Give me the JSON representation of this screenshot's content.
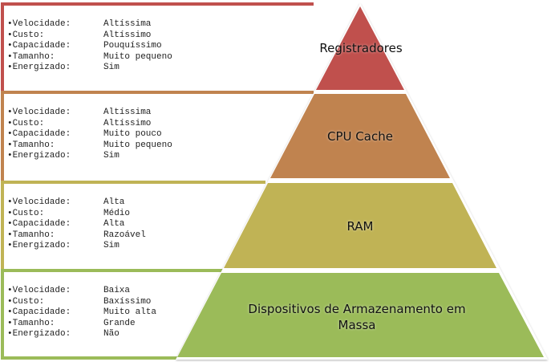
{
  "tiers": [
    {
      "label": "Registradores",
      "color": "#c0504d",
      "properties": [
        {
          "key": "•Velocidade:",
          "value": "Altíssima"
        },
        {
          "key": "•Custo:",
          "value": "Altíssimo"
        },
        {
          "key": "•Capacidade:",
          "value": "Pouquíssimo"
        },
        {
          "key": "•Tamanho:",
          "value": "Muito pequeno"
        },
        {
          "key": "•Energizado:",
          "value": "Sim"
        }
      ]
    },
    {
      "label": "CPU Cache",
      "color": "#c0834f",
      "properties": [
        {
          "key": "•Velocidade:",
          "value": "Altíssima"
        },
        {
          "key": "•Custo:",
          "value": "Altíssimo"
        },
        {
          "key": "•Capacidade:",
          "value": "Muito pouco"
        },
        {
          "key": "•Tamanho:",
          "value": "Muito pequeno"
        },
        {
          "key": "•Energizado:",
          "value": "Sim"
        }
      ]
    },
    {
      "label": "RAM",
      "color": "#c0b355",
      "properties": [
        {
          "key": "•Velocidade:",
          "value": "Alta"
        },
        {
          "key": "•Custo:",
          "value": "Médio"
        },
        {
          "key": "•Capacidade:",
          "value": "Alta"
        },
        {
          "key": "•Tamanho:",
          "value": "Razoável"
        },
        {
          "key": "•Energizado:",
          "value": "Sim"
        }
      ]
    },
    {
      "label": "Dispositivos de Armazenamento em Massa",
      "color": "#9bbb59",
      "properties": [
        {
          "key": "•Velocidade:",
          "value": "Baixa"
        },
        {
          "key": "•Custo:",
          "value": "Baxíssimo"
        },
        {
          "key": "•Capacidade:",
          "value": "Muito alta"
        },
        {
          "key": "•Tamanho:",
          "value": "Grande"
        },
        {
          "key": "•Energizado:",
          "value": "Não"
        }
      ]
    }
  ]
}
